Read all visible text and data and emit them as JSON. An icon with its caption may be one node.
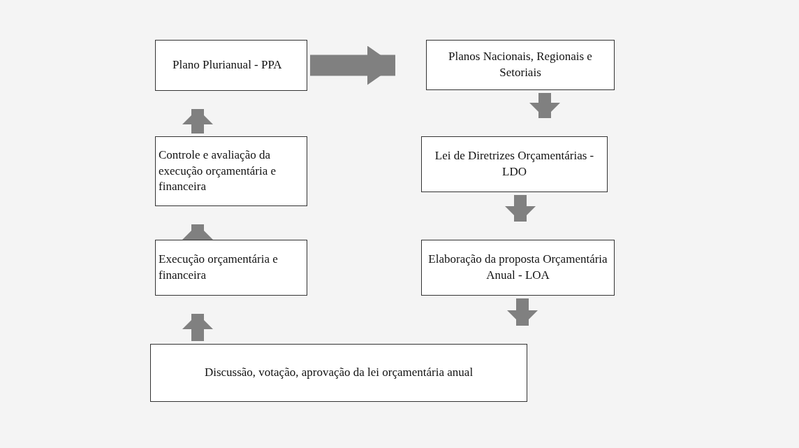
{
  "diagram": {
    "nodes": [
      {
        "text": [
          "Plano Plurianual - PPA"
        ]
      },
      {
        "text": [
          "Planos Nacionais, Regionais e Setoriais"
        ]
      },
      {
        "text": [
          "Lei de Diretrizes Orçamentárias - LDO"
        ]
      },
      {
        "text": [
          "Elaboração da proposta Orçamentária Anual - LOA"
        ]
      },
      {
        "text": [
          "Discussão, votação, aprovação da lei orçamentária anual"
        ]
      },
      {
        "text": [
          "Execução orçamentária e financeira"
        ]
      },
      {
        "text": [
          "Controle e avaliação da execução orçamentária e financeira"
        ]
      }
    ],
    "edges": [
      {
        "from": 0,
        "to": 1,
        "arrow": "to"
      },
      {
        "from": 1,
        "to": 2,
        "arrow": "to"
      },
      {
        "from": 2,
        "to": 3,
        "arrow": "to"
      },
      {
        "from": 3,
        "to": 4,
        "arrow": "to"
      },
      {
        "from": 4,
        "to": 5,
        "arrow": "to"
      },
      {
        "from": 5,
        "to": 6,
        "arrow": "to"
      },
      {
        "from": 6,
        "to": 0,
        "arrow": "to"
      }
    ]
  }
}
